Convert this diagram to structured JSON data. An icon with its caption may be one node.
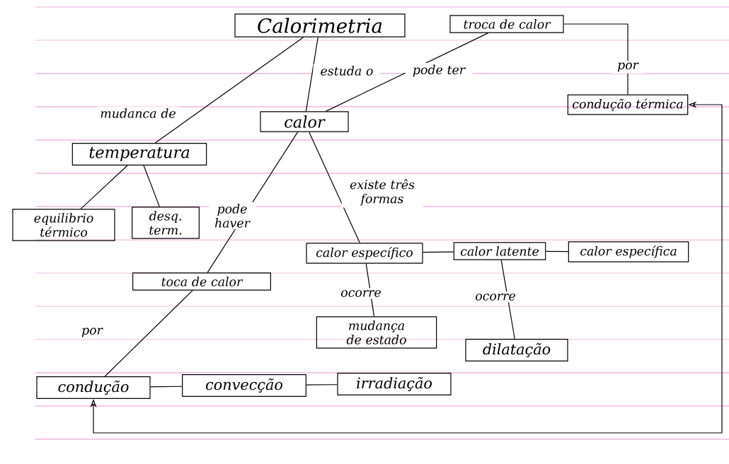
{
  "diagram": {
    "nodes": [
      {
        "text": [
          "Calorimetria"
        ]
      },
      {
        "text": [
          "troca de calor"
        ]
      },
      {
        "text": [
          "condução térmica"
        ]
      },
      {
        "text": [
          "calor"
        ]
      },
      {
        "text": [
          "temperatura"
        ]
      },
      {
        "text": [
          "equilibrio térmico"
        ]
      },
      {
        "text": [
          "desq. term."
        ]
      },
      {
        "text": [
          "toca de calor"
        ]
      },
      {
        "text": [
          "calor específico"
        ]
      },
      {
        "text": [
          "calor latente"
        ]
      },
      {
        "text": [
          "calor específica"
        ]
      },
      {
        "text": [
          "mudança de estado"
        ]
      },
      {
        "text": [
          "dilatação"
        ]
      },
      {
        "text": [
          "condução"
        ]
      },
      {
        "text": [
          "convecção"
        ]
      },
      {
        "text": [
          "irradiação"
        ]
      }
    ],
    "edges": [
      {
        "from": 0,
        "to": 4,
        "arrow": "none",
        "label": "mudanca de"
      },
      {
        "from": 0,
        "to": 3,
        "arrow": "none",
        "label": "estuda o"
      },
      {
        "from": 3,
        "to": 1,
        "arrow": "none",
        "label": "pode ter"
      },
      {
        "from": 1,
        "to": 2,
        "arrow": "none",
        "label": "por"
      },
      {
        "from": 4,
        "to": 5,
        "arrow": "none"
      },
      {
        "from": 4,
        "to": 6,
        "arrow": "none"
      },
      {
        "from": 3,
        "to": 7,
        "arrow": "none",
        "label": "pode haver"
      },
      {
        "from": 3,
        "to": 8,
        "arrow": "none",
        "label": "existe três formas"
      },
      {
        "from": 8,
        "to": 9,
        "arrow": "none"
      },
      {
        "from": 9,
        "to": 10,
        "arrow": "none"
      },
      {
        "from": 8,
        "to": 11,
        "arrow": "none",
        "label": "ocorre"
      },
      {
        "from": 9,
        "to": 12,
        "arrow": "none",
        "label": "ocorre"
      },
      {
        "from": 7,
        "to": 13,
        "arrow": "none",
        "label": "por"
      },
      {
        "from": 13,
        "to": 14,
        "arrow": "none"
      },
      {
        "from": 14,
        "to": 15,
        "arrow": "none"
      },
      {
        "from": 2,
        "to": 13,
        "arrow": "both"
      }
    ]
  }
}
